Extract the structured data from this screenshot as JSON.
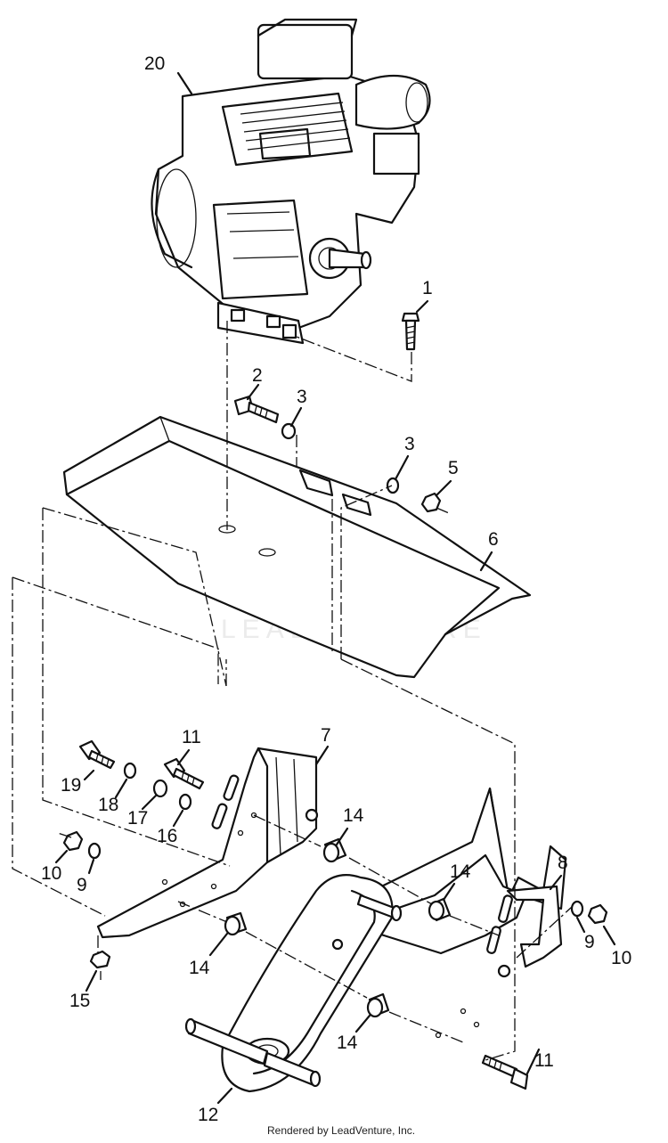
{
  "diagram": {
    "callouts": [
      "20",
      "1",
      "2",
      "3",
      "3",
      "5",
      "6",
      "7",
      "11",
      "19",
      "18",
      "17",
      "16",
      "14",
      "8",
      "14",
      "10",
      "9",
      "9",
      "10",
      "14",
      "15",
      "14",
      "11",
      "12"
    ],
    "watermark": "LEADVENTURE",
    "footer": "Rendered by LeadVenture, Inc."
  }
}
